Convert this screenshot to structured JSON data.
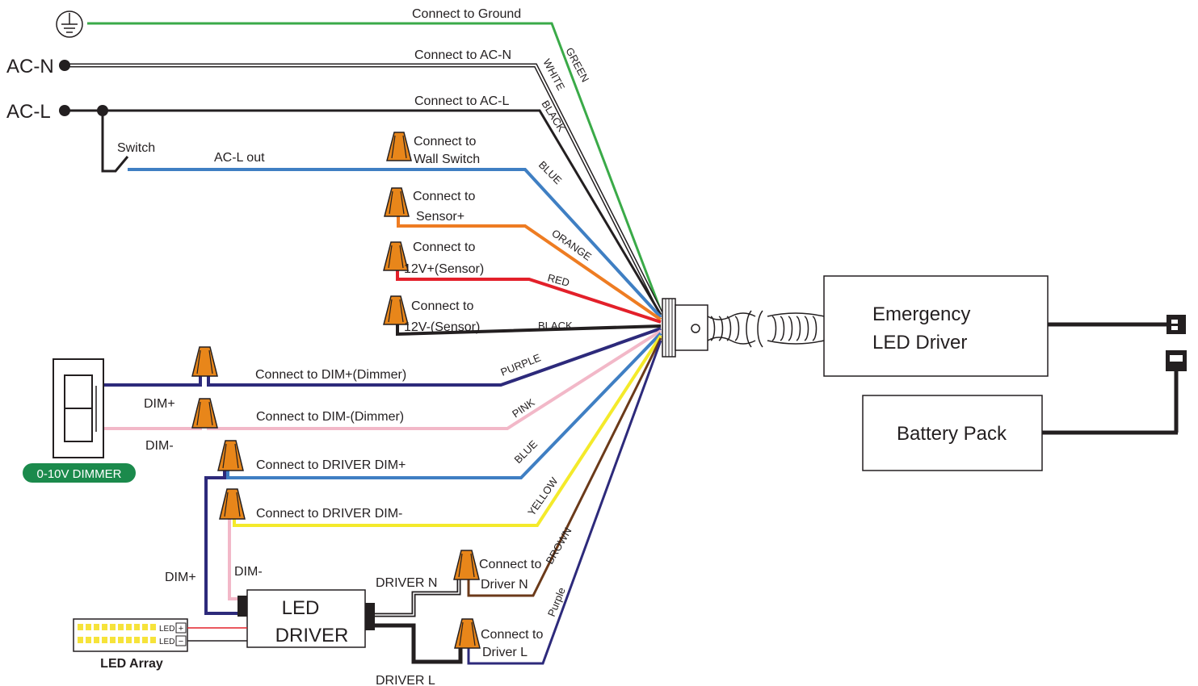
{
  "source_labels": {
    "ac_n": "AC-N",
    "ac_l": "AC-L",
    "switch": "Switch",
    "ac_l_out": "AC-L out"
  },
  "connect_labels": {
    "ground": "Connect to Ground",
    "ac_n": "Connect to AC-N",
    "ac_l": "Connect to AC-L",
    "wall_switch_1": "Connect to",
    "wall_switch_2": "Wall Switch",
    "sensor_plus_1": "Connect to",
    "sensor_plus_2": "Sensor+",
    "v12_plus_1": "Connect to",
    "v12_plus_2": "12V+(Sensor)",
    "v12_minus_1": "Connect to",
    "v12_minus_2": "12V-(Sensor)",
    "dim_plus_dimmer": "Connect to  DIM+(Dimmer)",
    "dim_minus_dimmer": "Connect to  DIM-(Dimmer)",
    "driver_dim_plus": "Connect to  DRIVER DIM+",
    "driver_dim_minus": "Connect to DRIVER DIM-",
    "driver_n_1": "Connect to",
    "driver_n_2": "Driver N",
    "driver_l_1": "Connect to",
    "driver_l_2": "Driver L"
  },
  "wire_colors": {
    "green": "GREEN",
    "white": "WHITE",
    "black_ac": "BLACK",
    "blue_switch": "BLUE",
    "orange": "ORANGE",
    "red": "RED",
    "black_12v": "BLACK",
    "purple_dim": "PURPLE",
    "pink": "PINK",
    "blue_dim": "BLUE",
    "yellow": "YELLOW",
    "brown": "BROWN",
    "purple_l": "Purple"
  },
  "dimmer": {
    "badge": "0-10V DIMMER",
    "dim_plus": "DIM+",
    "dim_minus": "DIM-"
  },
  "led_driver": {
    "line1": "LED",
    "line2": "DRIVER",
    "dim_plus": "DIM+",
    "dim_minus": "DIM-",
    "driver_n": "DRIVER N",
    "driver_l": "DRIVER L"
  },
  "led_array": {
    "label": "LED Array",
    "led_plus": "LED",
    "led_minus": "LED",
    "plus_sign": "+",
    "minus_sign": "−"
  },
  "emergency": {
    "line1": "Emergency",
    "line2": "LED Driver"
  },
  "battery": {
    "label": "Battery Pack"
  },
  "colors": {
    "green": "#3aaa48",
    "blue": "#3f7fc3",
    "orange": "#ee7c22",
    "red": "#e3202a",
    "black": "#231f20",
    "purple": "#2d2a7b",
    "pink": "#f2b8c8",
    "yellow": "#f4ea2a",
    "brown": "#6b3a1a",
    "nut": "#e8861a",
    "badge": "#1b8a4c"
  }
}
